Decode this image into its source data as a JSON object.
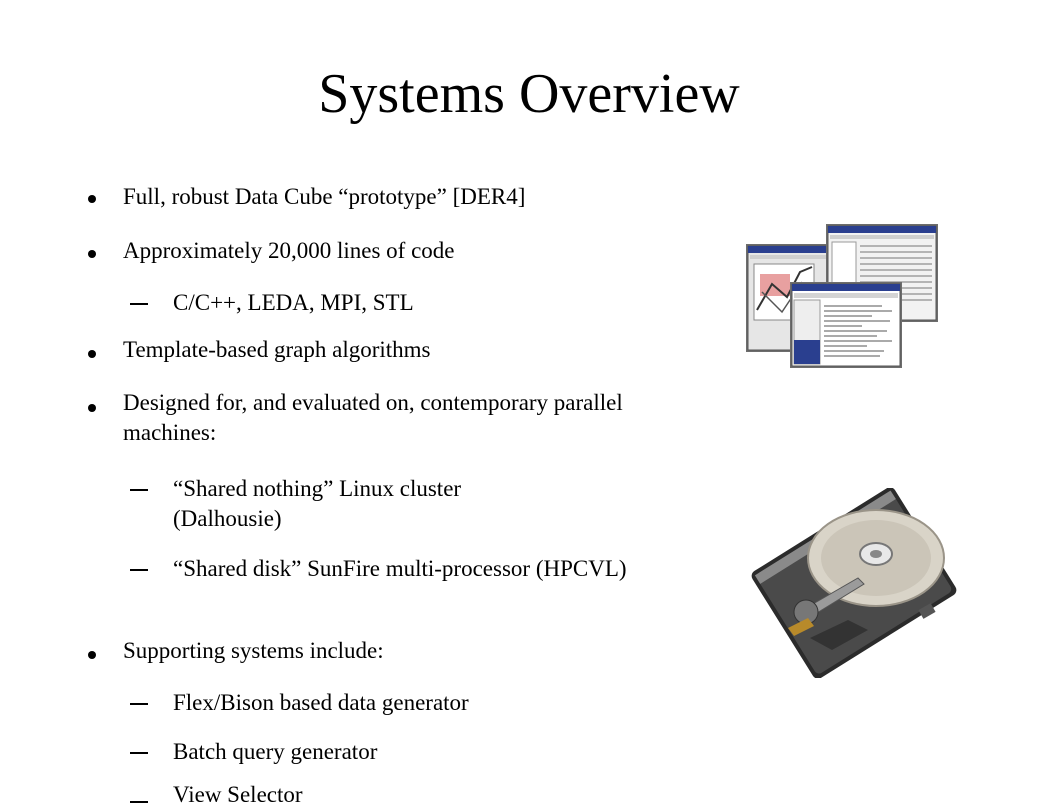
{
  "slide": {
    "title": "Systems Overview",
    "items": [
      "Full, robust Data Cube “prototype” [DER4]",
      "Approximately 20,000 lines of code",
      "C/C++, LEDA, MPI, STL",
      "Template-based graph algorithms",
      "Designed for, and evaluated on, contemporary parallel machines:",
      "“Shared nothing” Linux cluster (Dalhousie)",
      "“Shared disk” SunFire multi-processor (HPCVL)",
      "Supporting systems include:",
      "Flex/Bison based data generator",
      "Batch query generator",
      "View Selector"
    ]
  }
}
